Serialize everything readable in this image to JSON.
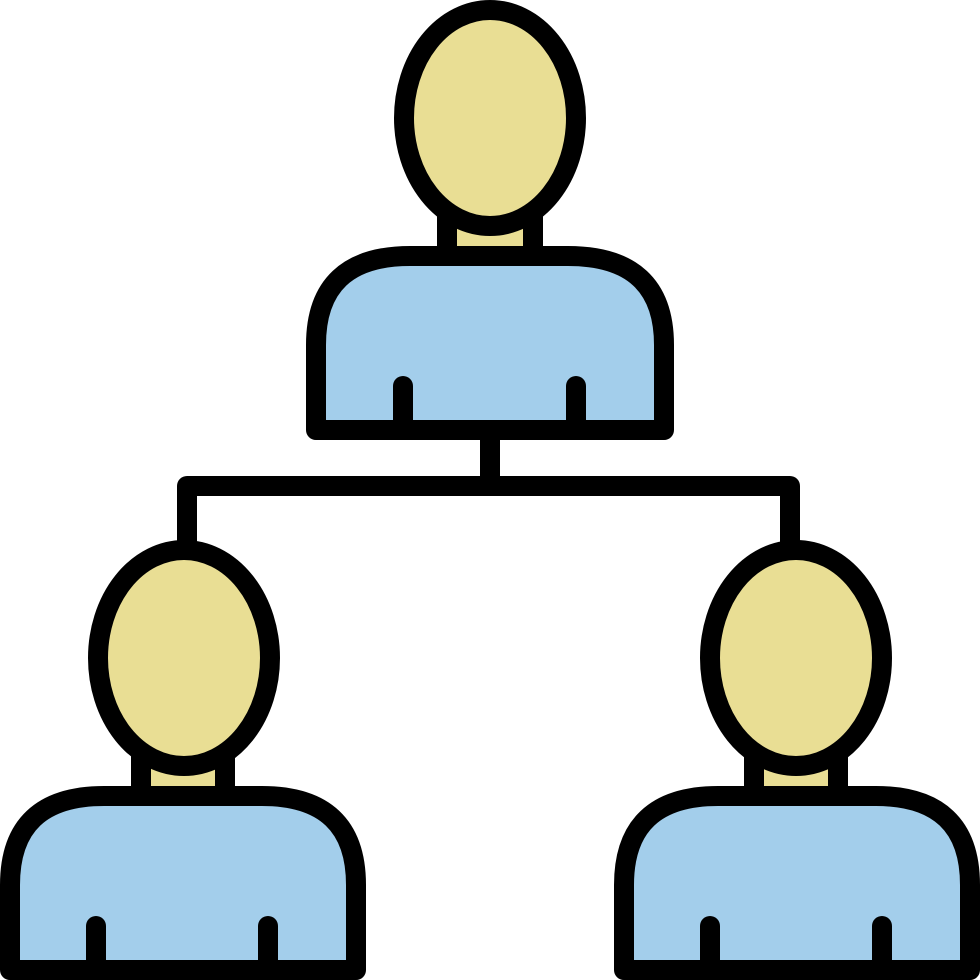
{
  "icon": {
    "name": "team-hierarchy-icon",
    "colors": {
      "outline": "#000000",
      "head_fill": "#E9DE94",
      "body_fill": "#A3CEEB",
      "background": "#FFFFFF"
    },
    "people": [
      "top-person",
      "bottom-left-person",
      "bottom-right-person"
    ]
  }
}
